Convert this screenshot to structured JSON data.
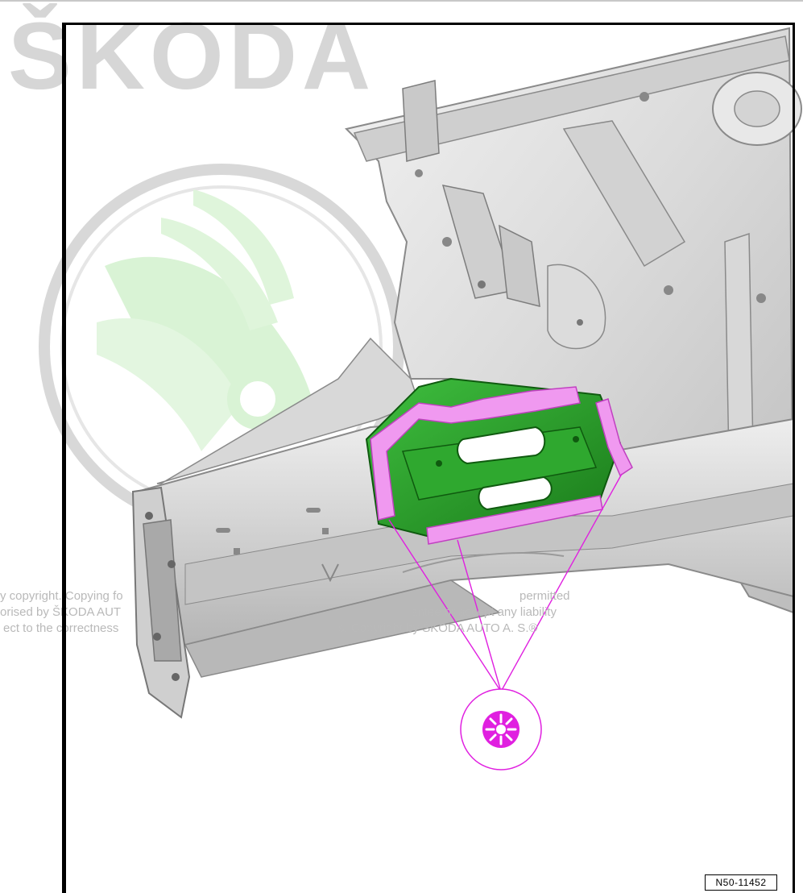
{
  "watermark": {
    "brand_text": "ŠKODA",
    "copyright_lines": [
      "y copyright. Copying fo",
      "orised by ŠKODA AUT",
      "ect to the correctness",
      "permitted",
      "antee or accept any liability",
      "s. Copyright by ŠKODA AUTO A. S.®"
    ]
  },
  "diagram": {
    "highlight_color": "#2a9a2a",
    "seal_color": "#f099f0",
    "callout_color": "#e020e0",
    "callout_icon": "sealant-bead-symbol-icon"
  },
  "figure_id": "N50-11452"
}
